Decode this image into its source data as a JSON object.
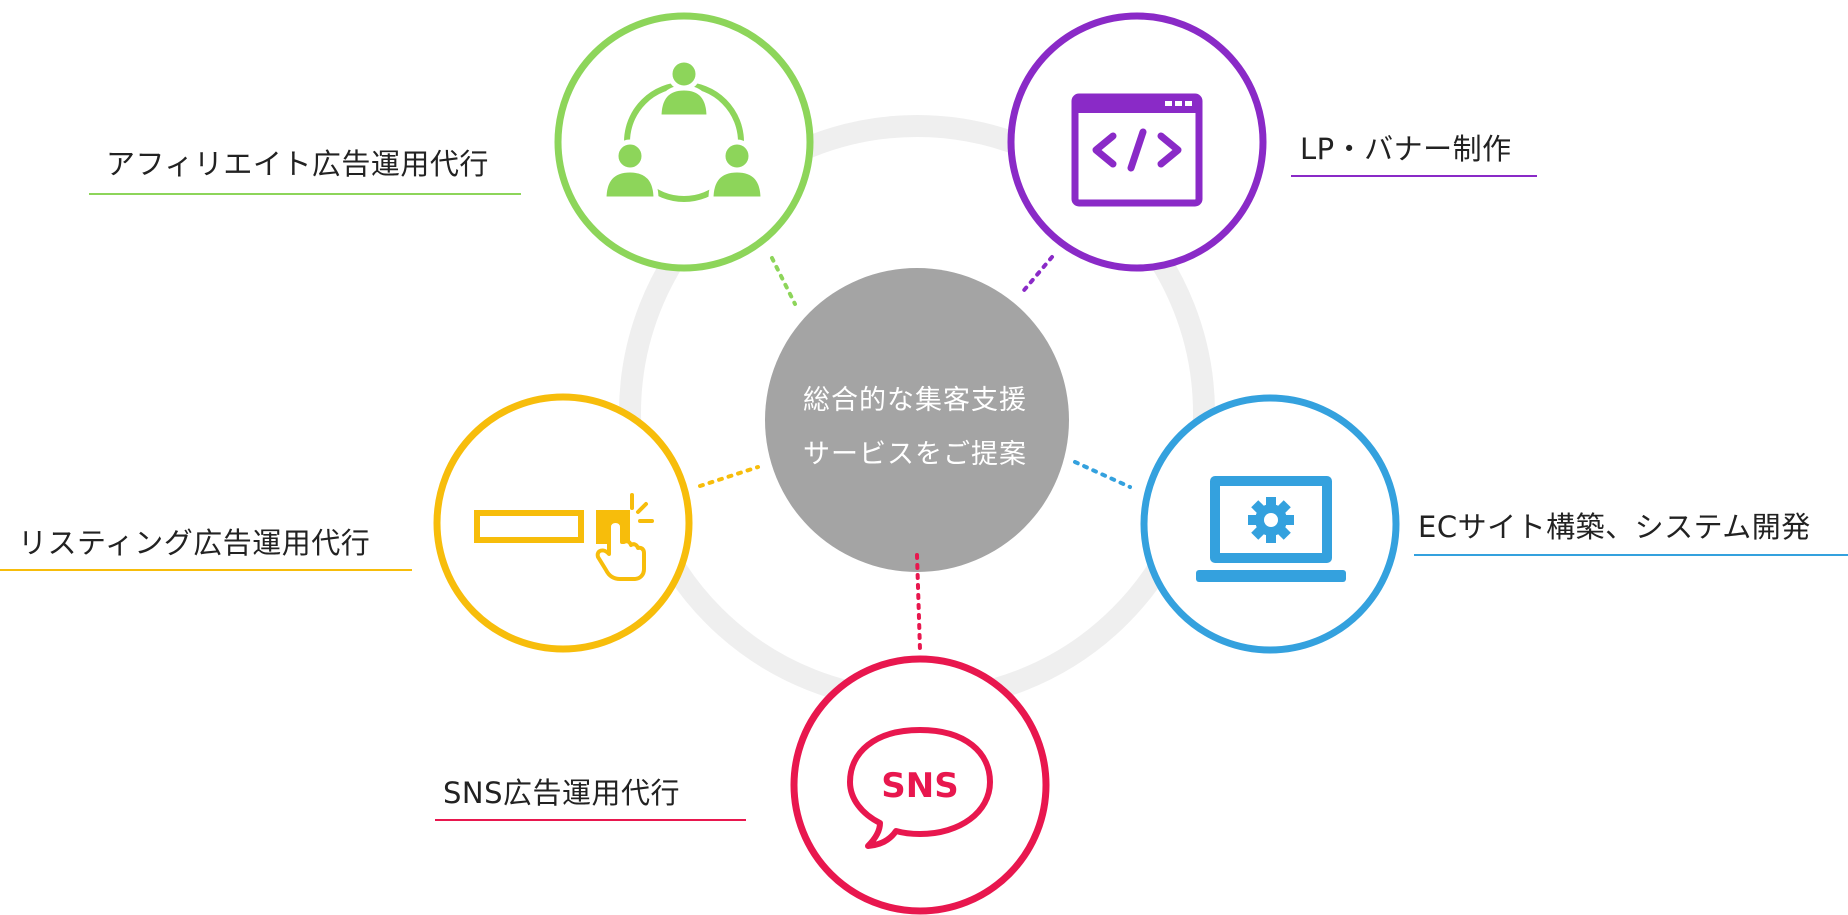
{
  "center": {
    "line1": "総合的な集客支援",
    "line2": "サービスをご提案",
    "color": "#a4a4a4"
  },
  "ring_color": "#efefef",
  "services": [
    {
      "id": "affiliate",
      "label": "アフィリエイト広告運用代行",
      "color": "#8dd55a",
      "icon": "people-network-icon"
    },
    {
      "id": "lp-banner",
      "label": "LP・バナー制作",
      "color": "#8a2ac7",
      "icon": "code-window-icon"
    },
    {
      "id": "ec-system",
      "label": "ECサイト構築、システム開発",
      "color": "#34a1de",
      "icon": "laptop-gear-icon"
    },
    {
      "id": "sns",
      "label": "SNS広告運用代行",
      "color": "#e8174e",
      "icon": "sns-speech-bubble-icon",
      "icon_text": "SNS"
    },
    {
      "id": "listing",
      "label": "リスティング広告運用代行",
      "color": "#f7bd0b",
      "icon": "search-click-icon"
    }
  ]
}
